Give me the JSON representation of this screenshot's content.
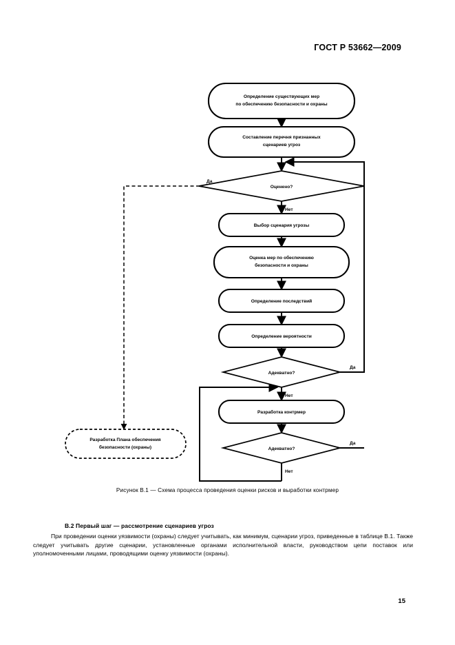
{
  "header": {
    "standard_id": "ГОСТ Р 53662—2009"
  },
  "figure": {
    "caption": "Рисунок В.1 —  Схема процесса проведения оценки рисков и выработки контрмер",
    "nodes": [
      {
        "id": "n1",
        "shape": "rounded",
        "lines": [
          "Определение существующих мер",
          "по обеспечению безопасности и охраны"
        ]
      },
      {
        "id": "n2",
        "shape": "rounded",
        "lines": [
          "Составление перечня признанных",
          "сценариев угроз"
        ]
      },
      {
        "id": "d1",
        "shape": "diamond",
        "lines": [
          "Оценено?"
        ]
      },
      {
        "id": "n3",
        "shape": "rounded",
        "lines": [
          "Выбор сценария угрозы"
        ]
      },
      {
        "id": "n4",
        "shape": "rounded",
        "lines": [
          "Оценка мер по обеспечению",
          "безопасности и охраны"
        ]
      },
      {
        "id": "n5",
        "shape": "rounded",
        "lines": [
          "Определение последствий"
        ]
      },
      {
        "id": "n6",
        "shape": "rounded",
        "lines": [
          "Определение вероятности"
        ]
      },
      {
        "id": "d2",
        "shape": "diamond",
        "lines": [
          "Адекватно?"
        ]
      },
      {
        "id": "n7",
        "shape": "rounded",
        "lines": [
          "Разработка контрмер"
        ]
      },
      {
        "id": "d3",
        "shape": "diamond",
        "lines": [
          "Адекватно?"
        ]
      },
      {
        "id": "n8",
        "shape": "rounded-dashed",
        "lines": [
          "Разработка Плана обеспечения",
          "безопасности (охраны)"
        ]
      }
    ],
    "edge_labels": {
      "d1_yes": "Да",
      "d1_no": "Нет",
      "d2_yes": "Да",
      "d2_no": "Нет",
      "d3_yes": "Да",
      "d3_no": "Нет"
    }
  },
  "body": {
    "section_heading": "В.2  Первый шаг — рассмотрение сценариев угроз",
    "paragraph": "При проведении оценки уязвимости (охраны) следует учитывать, как минимум, сценарии угроз, приведенные в таблице В.1. Также следует учитывать другие сценарии, установленные органами исполнительной власти, руководством цепи поставок или уполномоченными лицами, проводящими оценку уязвимости (охраны)."
  },
  "footer": {
    "page_number": "15"
  }
}
